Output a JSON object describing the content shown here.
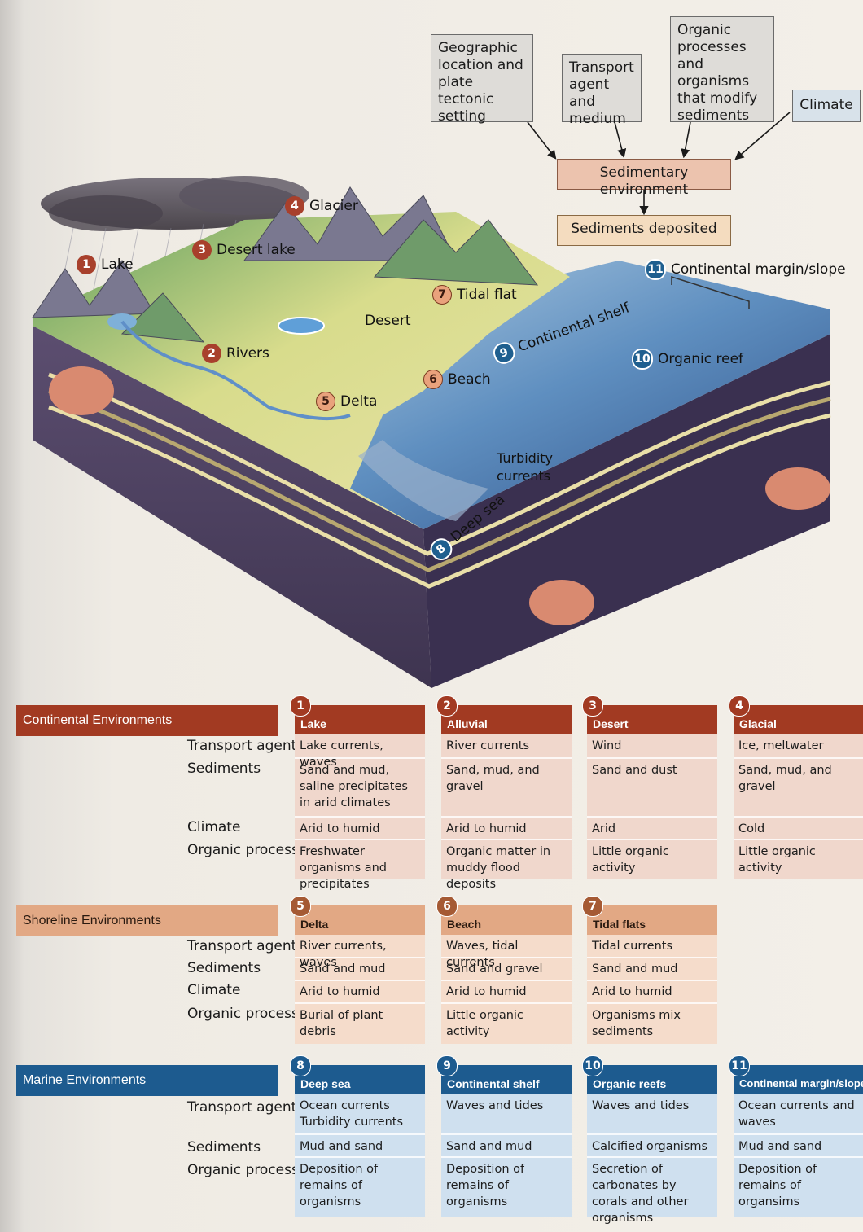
{
  "flowchart": {
    "geographic": "Geographic location and plate tectonic setting",
    "transport": "Transport agent and medium",
    "organic": "Organic processes and organisms that modify sediments",
    "climate": "Climate",
    "environment": "Sedimentary environment",
    "deposited": "Sediments deposited"
  },
  "diagram": {
    "labels": [
      {
        "num": "1",
        "text": "Lake"
      },
      {
        "num": "2",
        "text": "Rivers"
      },
      {
        "num": "3",
        "text": "Desert lake"
      },
      {
        "num": "4",
        "text": "Glacier"
      },
      {
        "num": "5",
        "text": "Delta"
      },
      {
        "num": "6",
        "text": "Beach"
      },
      {
        "num": "7",
        "text": "Tidal flat"
      },
      {
        "num": "8",
        "text": "Deep sea"
      },
      {
        "num": "9",
        "text": "Continental shelf"
      },
      {
        "num": "10",
        "text": "Organic reef"
      },
      {
        "num": "11",
        "text": "Continental margin/slope"
      }
    ],
    "desert": "Desert",
    "turbidity": "Turbidity currents"
  },
  "continental": {
    "title": "Continental Environments",
    "rows": [
      "Transport agent",
      "Sediments",
      "Climate",
      "Organic processes"
    ],
    "columns": [
      {
        "num": "1",
        "name": "Lake",
        "transport": "Lake currents, waves",
        "sediments": "Sand and mud, saline precipitates in arid climates",
        "climate": "Arid to humid",
        "organic": "Freshwater organisms and precipitates"
      },
      {
        "num": "2",
        "name": "Alluvial",
        "transport": "River currents",
        "sediments": "Sand, mud, and gravel",
        "climate": "Arid to humid",
        "organic": "Organic matter in muddy flood deposits"
      },
      {
        "num": "3",
        "name": "Desert",
        "transport": "Wind",
        "sediments": "Sand and dust",
        "climate": "Arid",
        "organic": "Little organic activity"
      },
      {
        "num": "4",
        "name": "Glacial",
        "transport": "Ice, meltwater",
        "sediments": "Sand, mud, and gravel",
        "climate": "Cold",
        "organic": "Little organic activity"
      }
    ]
  },
  "shoreline": {
    "title": "Shoreline Environments",
    "rows": [
      "Transport agent",
      "Sediments",
      "Climate",
      "Organic processes"
    ],
    "columns": [
      {
        "num": "5",
        "name": "Delta",
        "transport": "River currents, waves",
        "sediments": "Sand and mud",
        "climate": "Arid to humid",
        "organic": "Burial of plant debris"
      },
      {
        "num": "6",
        "name": "Beach",
        "transport": "Waves, tidal currents",
        "sediments": "Sand and gravel",
        "climate": "Arid to humid",
        "organic": "Little organic activity"
      },
      {
        "num": "7",
        "name": "Tidal flats",
        "transport": "Tidal currents",
        "sediments": "Sand and mud",
        "climate": "Arid to humid",
        "organic": "Organisms mix sediments"
      }
    ]
  },
  "marine": {
    "title": "Marine Environments",
    "rows": [
      "Transport agent",
      "Sediments",
      "Organic processes"
    ],
    "columns": [
      {
        "num": "8",
        "name": "Deep sea",
        "transport": "Ocean currents Turbidity currents",
        "sediments": "Mud and sand",
        "organic": "Deposition of remains of organisms"
      },
      {
        "num": "9",
        "name": "Continental shelf",
        "transport": "Waves and tides",
        "sediments": "Sand and mud",
        "organic": "Deposition of remains of organisms"
      },
      {
        "num": "10",
        "name": "Organic reefs",
        "transport": "Waves and tides",
        "sediments": "Calcified organisms",
        "organic": "Secretion of carbonates by corals and other organisms"
      },
      {
        "num": "11",
        "name": "Continental margin/slope",
        "transport": "Ocean currents and waves",
        "sediments": "Mud and sand",
        "organic": "Deposition of remains of organsims"
      }
    ]
  },
  "colors": {
    "continental": "#a23a22",
    "shoreline": "#e2a884",
    "marine": "#1d5b8f"
  }
}
